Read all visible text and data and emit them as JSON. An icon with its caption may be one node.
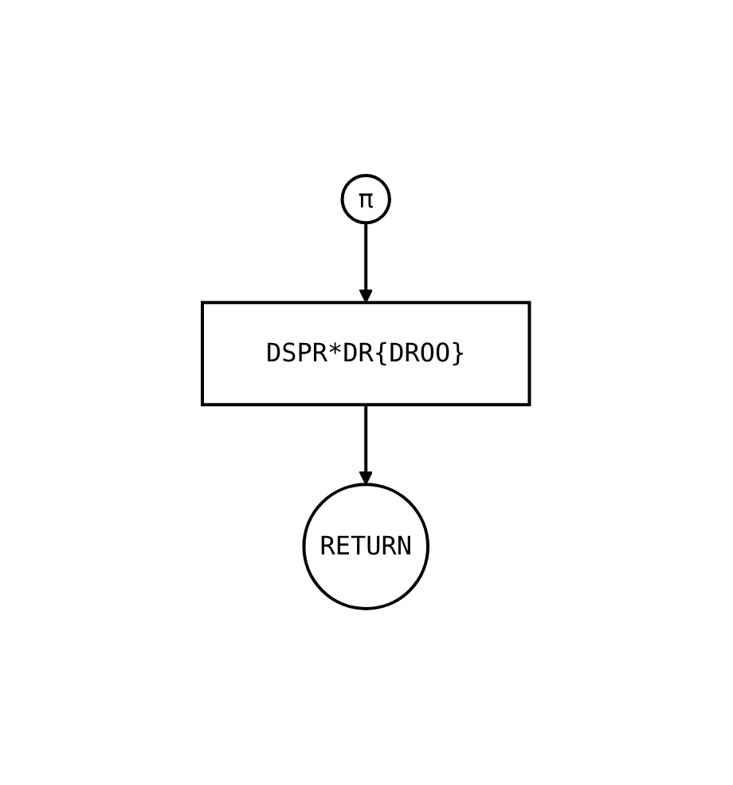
{
  "diagram": {
    "nodes": [
      {
        "text": [
          "π"
        ]
      },
      {
        "text": [
          "DSPR*DR{DROO}"
        ]
      },
      {
        "text": [
          "RETURN"
        ]
      }
    ],
    "edges": [
      {
        "from": 0,
        "to": 1,
        "arrow": "to"
      },
      {
        "from": 1,
        "to": 2,
        "arrow": "to"
      }
    ]
  }
}
